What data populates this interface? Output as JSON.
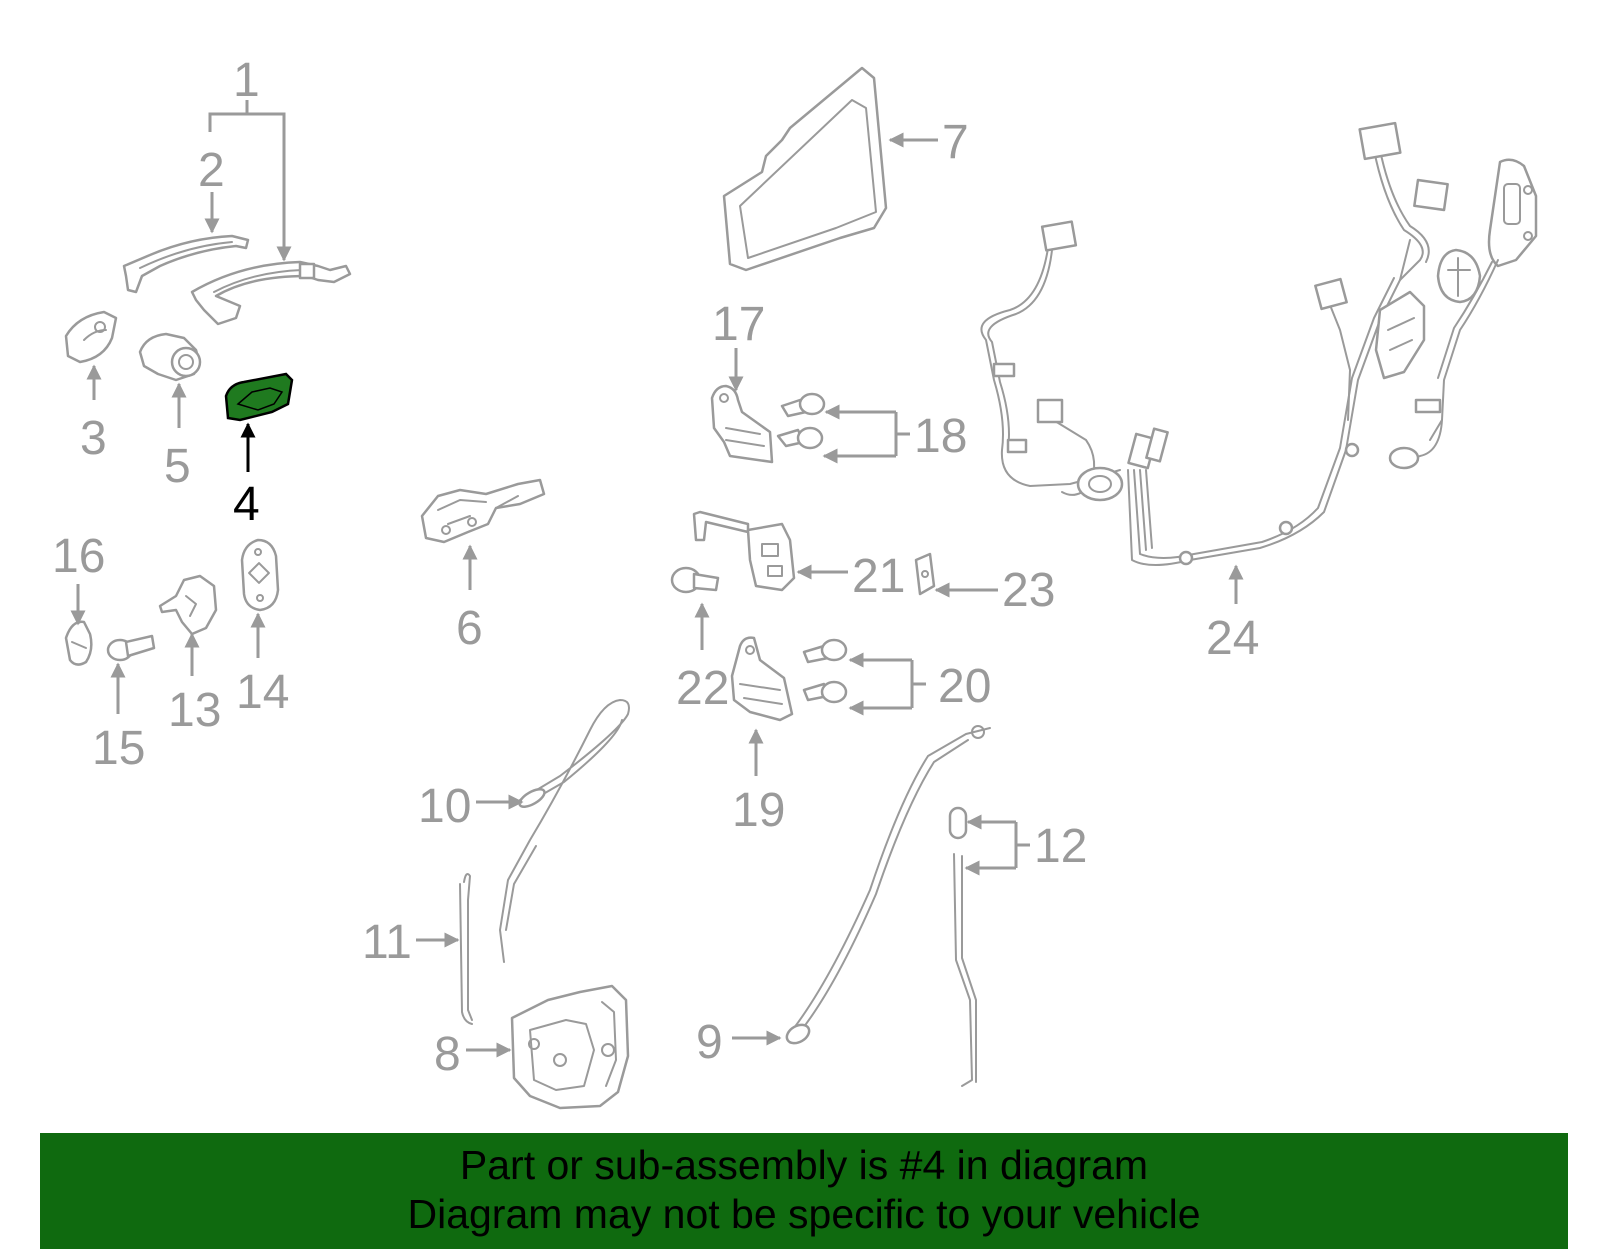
{
  "callouts": {
    "c1": "1",
    "c2": "2",
    "c3": "3",
    "c4": "4",
    "c5": "5",
    "c6": "6",
    "c7": "7",
    "c8": "8",
    "c9": "9",
    "c10": "10",
    "c11": "11",
    "c12": "12",
    "c13": "13",
    "c14": "14",
    "c15": "15",
    "c16": "16",
    "c17": "17",
    "c18": "18",
    "c19": "19",
    "c20": "20",
    "c21": "21",
    "c22": "22",
    "c23": "23",
    "c24": "24"
  },
  "highlighted_part": "4",
  "colors": {
    "highlight_fill": "#1f7a1f",
    "banner_background": "#0f6a0f",
    "part_stroke": "#9a9a9a",
    "active_callout": "#000000"
  },
  "footer": {
    "line1": "Part or sub-assembly is #4 in diagram",
    "line2": "Diagram may not be specific to your vehicle"
  }
}
